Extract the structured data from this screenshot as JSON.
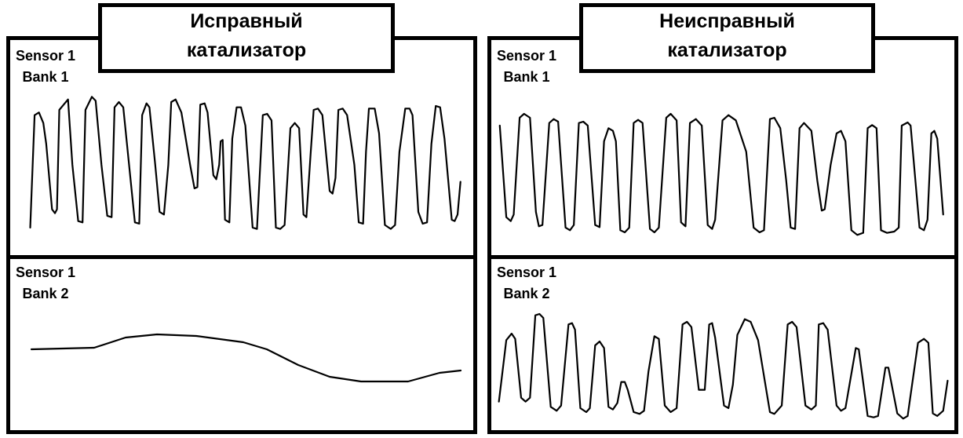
{
  "left_panel": {
    "title_line1": "Исправный",
    "title_line2": "катализатор",
    "top_label_line1": "Sensor 1",
    "top_label_line2": "Bank 1",
    "bottom_label_line1": "Sensor 1",
    "bottom_label_line2": "Bank 2"
  },
  "right_panel": {
    "title_line1": "Неисправный",
    "title_line2": "катализатор",
    "top_label_line1": "Sensor 1",
    "top_label_line2": "Bank 1",
    "bottom_label_line1": "Sensor 1",
    "bottom_label_line2": "Bank 2"
  }
}
